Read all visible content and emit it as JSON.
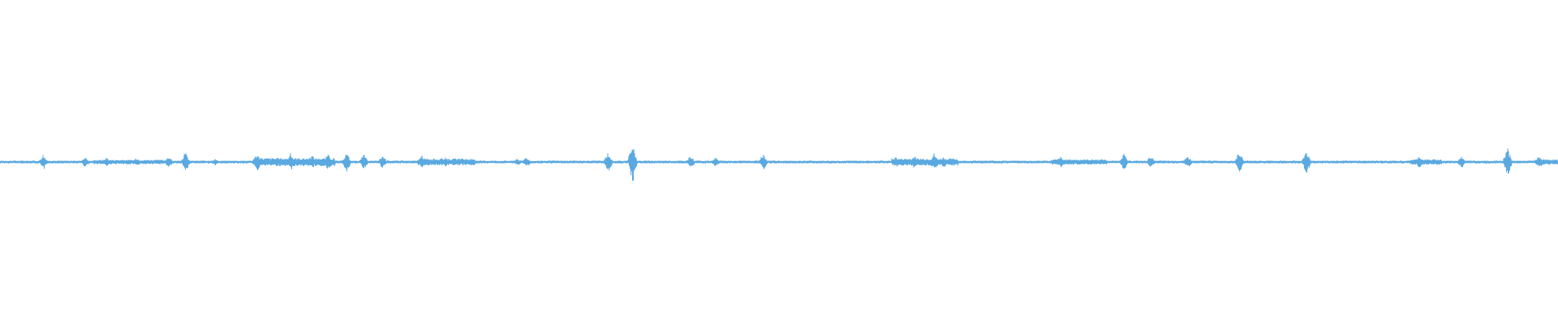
{
  "waveform": {
    "color": "#5aa9e0",
    "background": "#ffffff",
    "amplitude_floor": 0.06,
    "seed": 17,
    "spikes": [
      {
        "t": 0.0277,
        "amp": 0.35
      },
      {
        "t": 0.0545,
        "amp": 0.25
      },
      {
        "t": 0.0684,
        "amp": 0.22
      },
      {
        "t": 0.0878,
        "amp": 0.2
      },
      {
        "t": 0.1082,
        "amp": 0.28
      },
      {
        "t": 0.119,
        "amp": 0.45
      },
      {
        "t": 0.138,
        "amp": 0.15
      },
      {
        "t": 0.165,
        "amp": 0.4
      },
      {
        "t": 0.1865,
        "amp": 0.4
      },
      {
        "t": 0.2003,
        "amp": 0.32
      },
      {
        "t": 0.2105,
        "amp": 0.38
      },
      {
        "t": 0.2224,
        "amp": 0.45
      },
      {
        "t": 0.2334,
        "amp": 0.36
      },
      {
        "t": 0.2455,
        "amp": 0.32
      },
      {
        "t": 0.271,
        "amp": 0.3
      },
      {
        "t": 0.286,
        "amp": 0.25
      },
      {
        "t": 0.332,
        "amp": 0.18
      },
      {
        "t": 0.3378,
        "amp": 0.25
      },
      {
        "t": 0.3903,
        "amp": 0.45
      },
      {
        "t": 0.4059,
        "amp": 1.0
      },
      {
        "t": 0.4434,
        "amp": 0.3
      },
      {
        "t": 0.4592,
        "amp": 0.22
      },
      {
        "t": 0.4898,
        "amp": 0.35
      },
      {
        "t": 0.575,
        "amp": 0.25
      },
      {
        "t": 0.5868,
        "amp": 0.3
      },
      {
        "t": 0.5995,
        "amp": 0.4
      },
      {
        "t": 0.6055,
        "amp": 0.25
      },
      {
        "t": 0.6805,
        "amp": 0.25
      },
      {
        "t": 0.7212,
        "amp": 0.4
      },
      {
        "t": 0.7385,
        "amp": 0.28
      },
      {
        "t": 0.7625,
        "amp": 0.28
      },
      {
        "t": 0.7954,
        "amp": 0.5
      },
      {
        "t": 0.8384,
        "amp": 0.55
      },
      {
        "t": 0.911,
        "amp": 0.3
      },
      {
        "t": 0.938,
        "amp": 0.3
      },
      {
        "t": 0.9675,
        "amp": 0.7
      },
      {
        "t": 0.988,
        "amp": 0.28
      }
    ],
    "busy_regions": [
      {
        "start": 0.162,
        "end": 0.215,
        "level": 0.18
      },
      {
        "start": 0.268,
        "end": 0.305,
        "level": 0.15
      },
      {
        "start": 0.572,
        "end": 0.615,
        "level": 0.16
      },
      {
        "start": 0.675,
        "end": 0.71,
        "level": 0.12
      },
      {
        "start": 0.905,
        "end": 0.925,
        "level": 0.12
      },
      {
        "start": 0.06,
        "end": 0.105,
        "level": 0.1
      },
      {
        "start": 0.985,
        "end": 1.0,
        "level": 0.12
      }
    ]
  }
}
